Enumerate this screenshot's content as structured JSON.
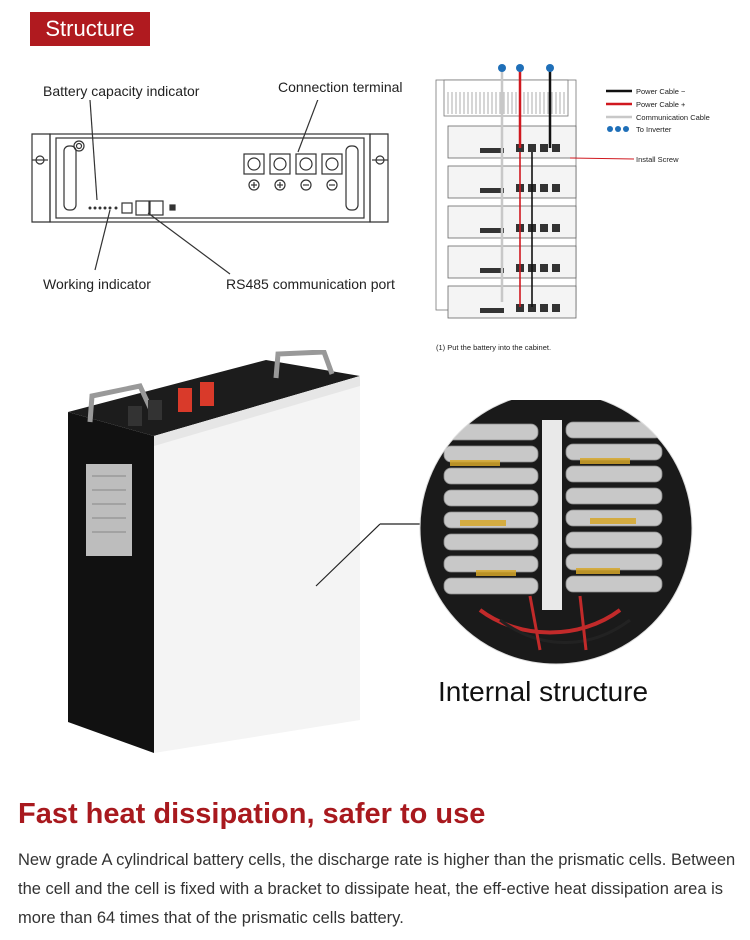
{
  "header": {
    "badge": "Structure"
  },
  "front_panel": {
    "labels": {
      "capacity": "Battery capacity indicator",
      "terminal": "Connection terminal",
      "working": "Working indicator",
      "rs485": "RS485 communication port"
    }
  },
  "cabinet": {
    "legend": {
      "power_neg": "Power Cable −",
      "power_pos": "Power Cable +",
      "comm": "Communication Cable",
      "inverter": "To Inverter",
      "screw": "Install Screw"
    },
    "caption": "(1) Put the battery into the cabinet."
  },
  "internal": {
    "caption": "Internal structure"
  },
  "heat": {
    "title": "Fast heat dissipation, safer to use",
    "description": "New grade A cylindrical battery cells, the discharge rate is higher than the prismatic cells. Between the cell and the cell is fixed with a bracket to dissipate heat, the eff-ective heat dissipation area is more than 64 times that of the prismatic cells battery."
  },
  "colors": {
    "accent": "#b01a1f",
    "title_red": "#a8191e",
    "power_neg": "#111111",
    "power_pos": "#d0181f",
    "comm": "#c8c8c8",
    "inverter_dot": "#1f6fb8"
  }
}
